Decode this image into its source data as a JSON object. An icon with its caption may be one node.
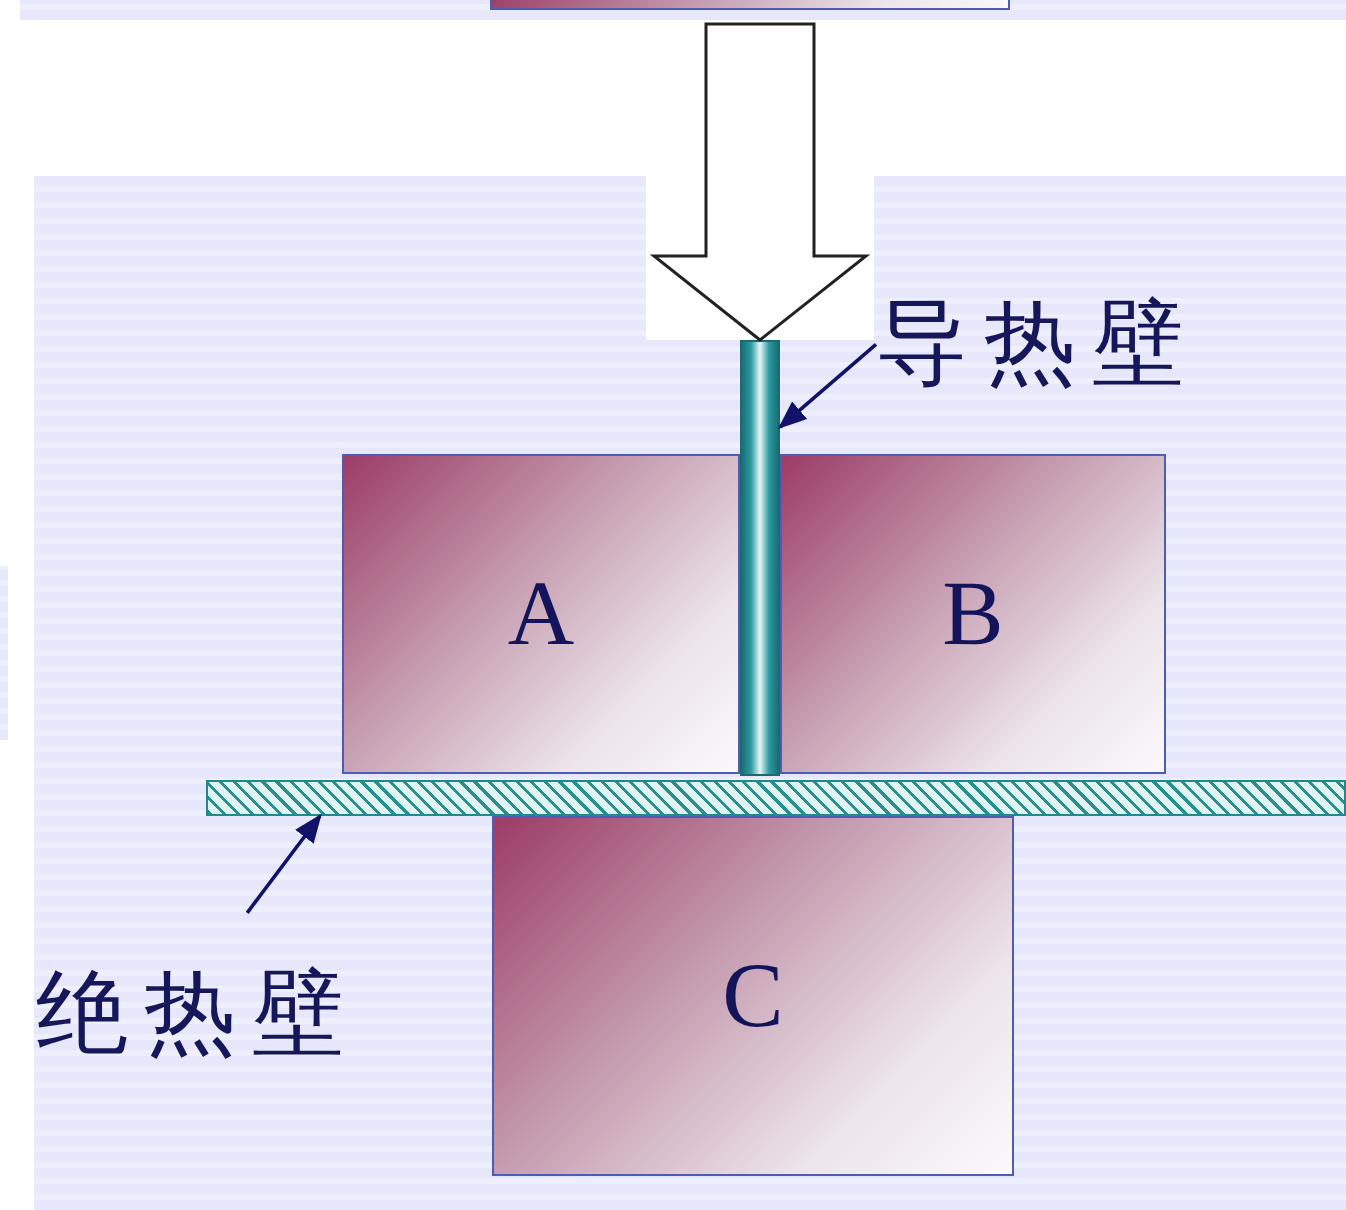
{
  "diagram": {
    "nodes": [
      {
        "text": [
          "导热壁"
        ]
      },
      {
        "text": [],
        "shape": "bar"
      },
      {
        "text": [
          "A"
        ]
      },
      {
        "text": [
          "B"
        ]
      },
      {
        "text": [],
        "shape": "bar"
      },
      {
        "text": [
          "C"
        ]
      },
      {
        "text": [
          "绝热壁"
        ]
      }
    ],
    "edges": [
      {
        "from": 0,
        "to": 1,
        "arrow": "to"
      },
      {
        "from": 6,
        "to": 4,
        "arrow": "to"
      },
      {
        "from": null,
        "to": 1,
        "arrow": "to",
        "style": "thick"
      }
    ]
  }
}
